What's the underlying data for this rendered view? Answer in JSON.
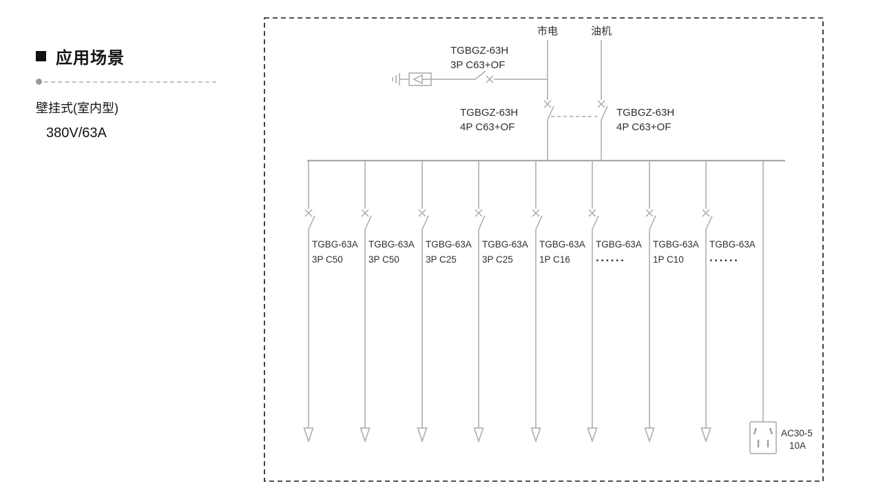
{
  "page": {
    "title": "应用场景",
    "subtitle": "壁挂式(室内型)",
    "rating": "380V/63A"
  },
  "diagram": {
    "sources": [
      {
        "label": "市电"
      },
      {
        "label": "油机"
      }
    ],
    "spd_breaker": {
      "model": "TGBGZ-63H",
      "spec": "3P C63+OF"
    },
    "incoming_breakers": [
      {
        "model": "TGBGZ-63H",
        "spec": "4P C63+OF"
      },
      {
        "model": "TGBGZ-63H",
        "spec": "4P C63+OF"
      }
    ],
    "feeders": [
      {
        "model": "TGBG-63A",
        "spec": "3P C50"
      },
      {
        "model": "TGBG-63A",
        "spec": "3P C50"
      },
      {
        "model": "TGBG-63A",
        "spec": "3P C25"
      },
      {
        "model": "TGBG-63A",
        "spec": "3P C25"
      },
      {
        "model": "TGBG-63A",
        "spec": "1P C16"
      },
      {
        "model": "TGBG-63A",
        "spec": "......"
      },
      {
        "model": "TGBG-63A",
        "spec": "1P C10"
      },
      {
        "model": "TGBG-63A",
        "spec": "......"
      }
    ],
    "socket": {
      "model": "AC30-5",
      "rating": "10A"
    }
  },
  "colors": {
    "wire": "#a9a9a9",
    "border": "#151515",
    "text": "#2e2e2e"
  }
}
